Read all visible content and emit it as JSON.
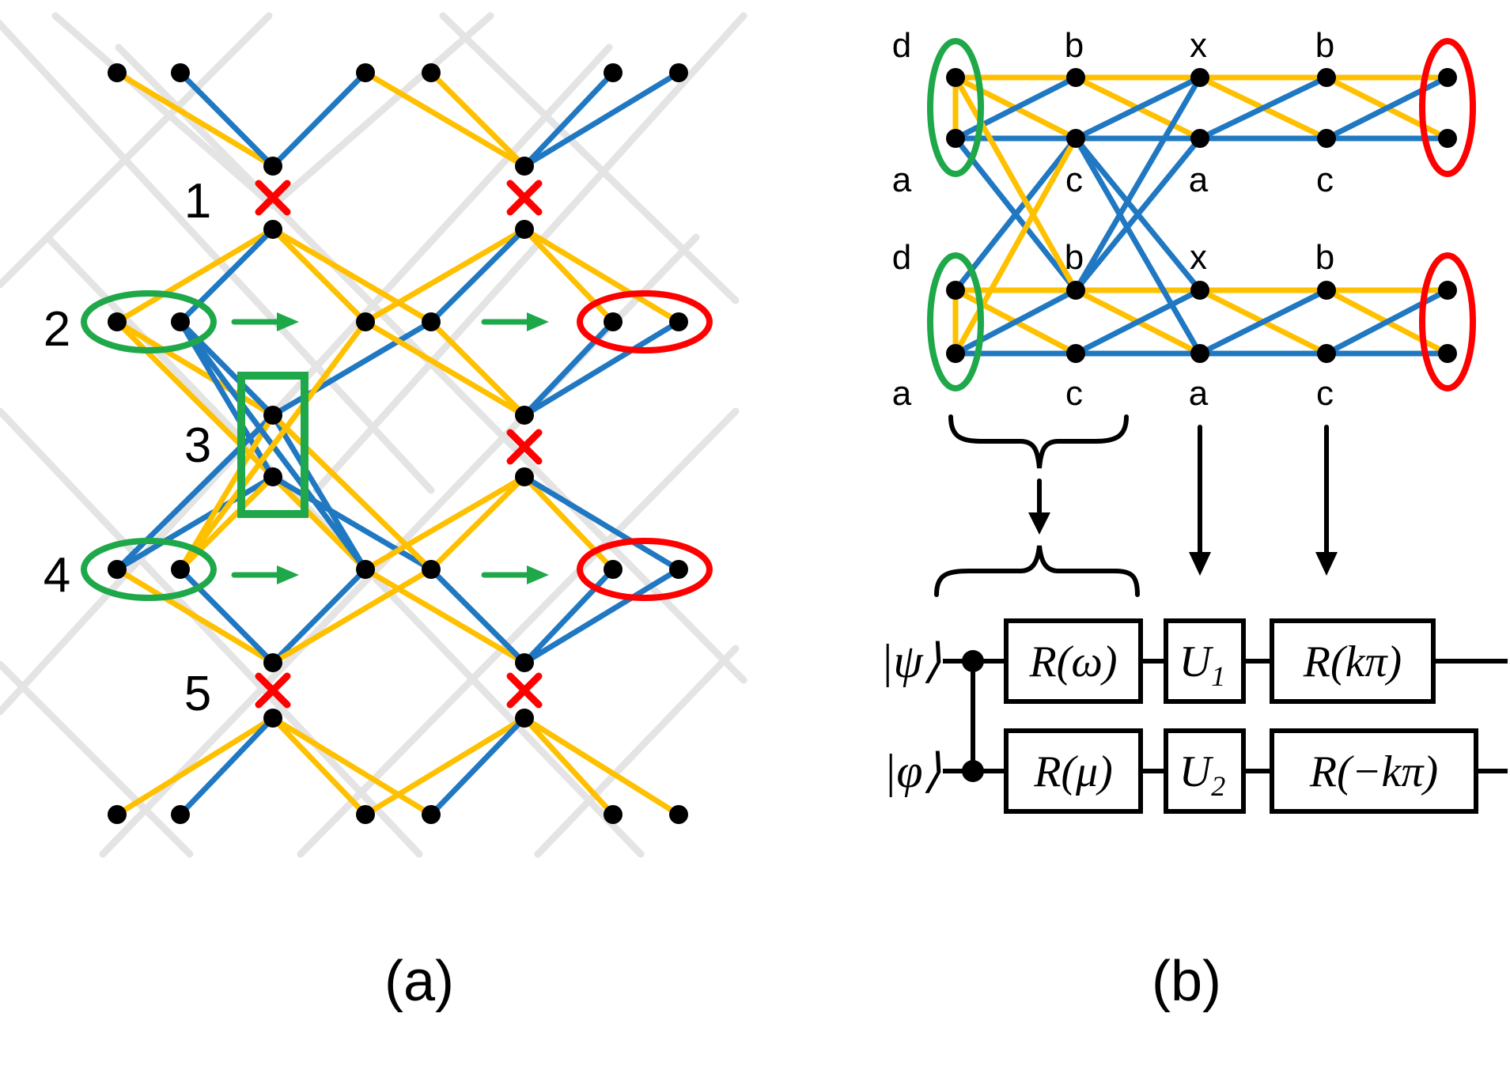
{
  "colors": {
    "yellow": "#FFC000",
    "blue": "#1F78C1",
    "gray": "#E4E4E4",
    "green": "#1FA84A",
    "red": "#FF0000",
    "black": "#000000"
  },
  "panel_a": {
    "caption": "(a)",
    "row_labels": [
      "1",
      "2",
      "3",
      "4",
      "5"
    ]
  },
  "panel_b": {
    "caption": "(b)",
    "top_labels_upper": [
      "d",
      "b",
      "x",
      "b"
    ],
    "bottom_labels_upper": [
      "a",
      "c",
      "a",
      "c"
    ],
    "top_labels_lower": [
      "d",
      "b",
      "x",
      "b"
    ],
    "bottom_labels_lower": [
      "a",
      "c",
      "a",
      "c"
    ],
    "circuit": {
      "input_psi": "|ψ⟩",
      "input_phi": "|φ⟩",
      "gate_r_omega": "R(ω)",
      "gate_r_mu": "R(μ)",
      "gate_u1": "U",
      "gate_u1_sub": "1",
      "gate_u2": "U",
      "gate_u2_sub": "2",
      "gate_r_kpi": "R(kπ)",
      "gate_r_neg_kpi": "R(−kπ)"
    }
  }
}
